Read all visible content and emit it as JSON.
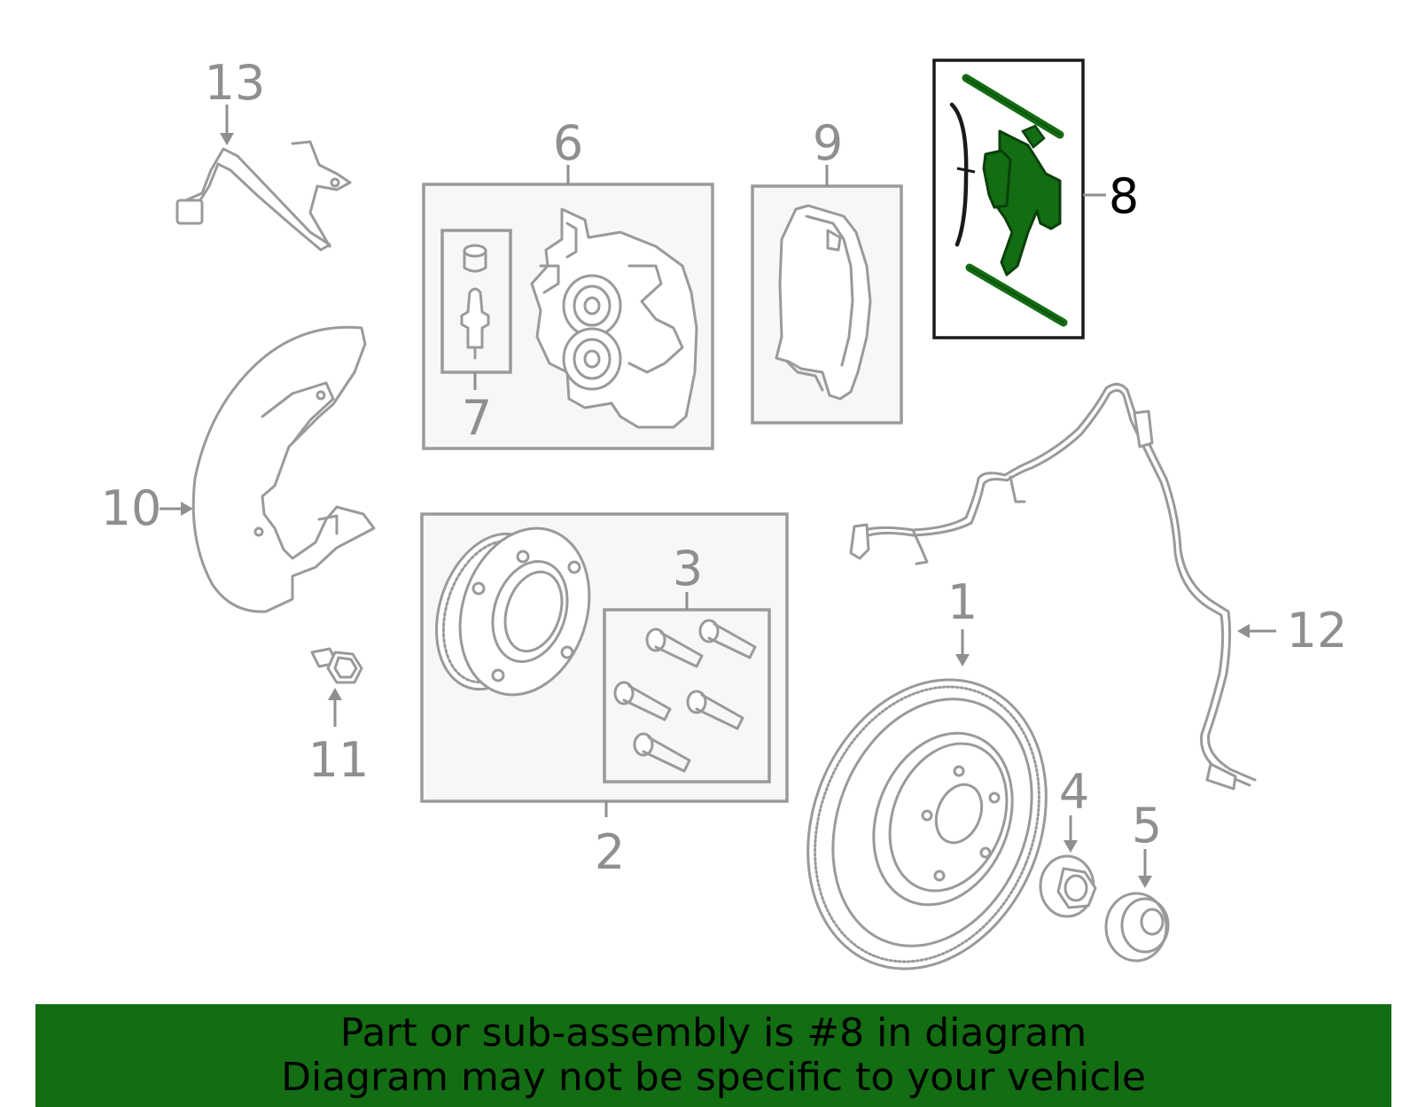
{
  "callouts": {
    "c1": "1",
    "c2": "2",
    "c3": "3",
    "c4": "4",
    "c5": "5",
    "c6": "6",
    "c7": "7",
    "c8": "8",
    "c9": "9",
    "c10": "10",
    "c11": "11",
    "c12": "12",
    "c13": "13"
  },
  "highlighted_part": "8",
  "banner": {
    "line1": "Part or sub-assembly is #8 in diagram",
    "line2": "Diagram may not be specific to your vehicle"
  },
  "colors": {
    "highlight": "#136d13",
    "part_line": "#9a9a9a",
    "callout_text": "#8f8f8f"
  }
}
